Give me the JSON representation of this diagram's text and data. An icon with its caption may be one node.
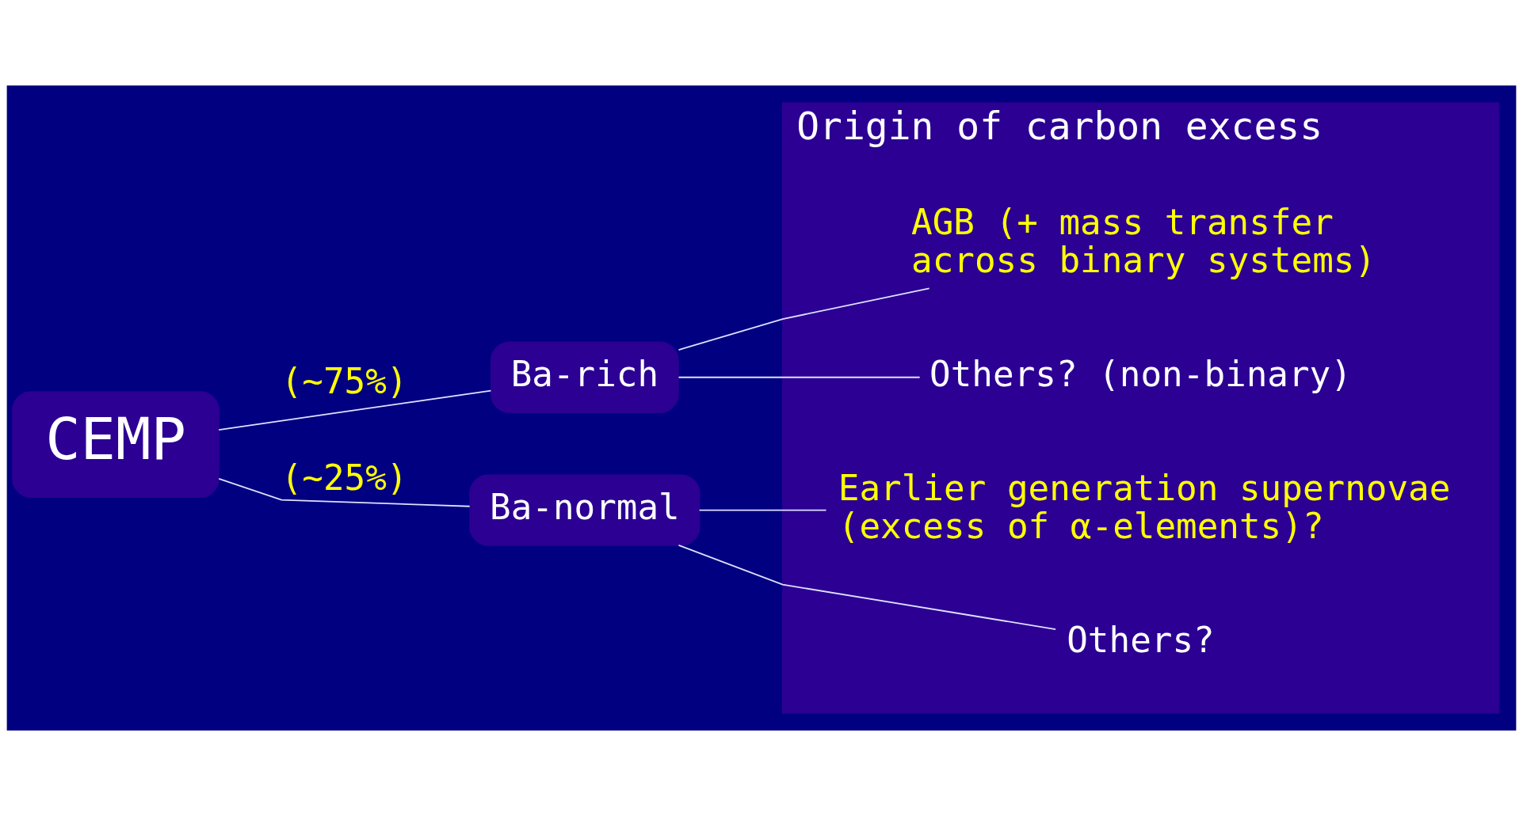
{
  "diagram": {
    "nodes": [
      {
        "text": [
          "CEMP"
        ]
      },
      {
        "text": [
          "Ba-rich"
        ]
      },
      {
        "text": [
          "Ba-normal"
        ]
      },
      {
        "text": [
          "Origin of carbon excess"
        ]
      },
      {
        "text": [
          "AGB (+ mass transfer across binary systems)"
        ],
        "in": 3
      },
      {
        "text": [
          "Others? (non-binary)"
        ],
        "in": 3
      },
      {
        "text": [
          "Earlier generation supernovae (excess of α-elements)?"
        ],
        "in": 3
      },
      {
        "text": [
          "Others?"
        ],
        "in": 3
      }
    ],
    "edges": [
      {
        "from": 0,
        "to": 1,
        "arrow": "none",
        "label": "(~75%)"
      },
      {
        "from": 0,
        "to": 2,
        "arrow": "none",
        "label": "(~25%)"
      },
      {
        "from": 1,
        "to": 4,
        "arrow": "none"
      },
      {
        "from": 1,
        "to": 5,
        "arrow": "none"
      },
      {
        "from": 2,
        "to": 6,
        "arrow": "none"
      },
      {
        "from": 2,
        "to": 7,
        "arrow": "none"
      }
    ]
  }
}
